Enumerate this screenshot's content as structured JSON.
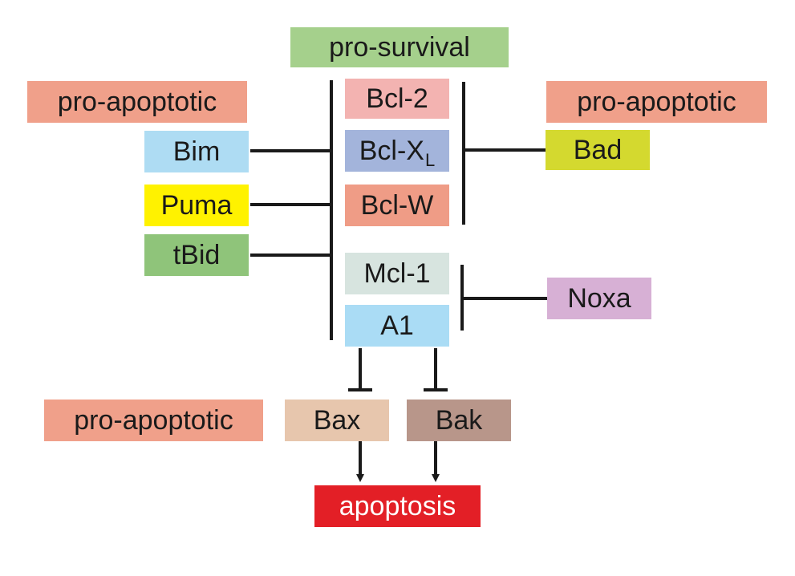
{
  "diagram": {
    "labels": {
      "pro_survival": "pro-survival",
      "pro_apoptotic_left": "pro-apoptotic",
      "pro_apoptotic_right": "pro-apoptotic",
      "pro_apoptotic_bottom": "pro-apoptotic",
      "apoptosis": "apoptosis"
    },
    "proteins": {
      "bim": "Bim",
      "puma": "Puma",
      "tbid": "tBid",
      "bcl2": "Bcl-2",
      "bclxl_main": "Bcl-X",
      "bclxl_subscript": "L",
      "bclw": "Bcl-W",
      "mcl1": "Mcl-1",
      "a1": "A1",
      "bad": "Bad",
      "noxa": "Noxa",
      "bax": "Bax",
      "bak": "Bak"
    },
    "colors": {
      "pro_survival": "#a5d08c",
      "pro_apoptotic": "#f0a08a",
      "bim": "#aedcf3",
      "puma": "#fff200",
      "tbid": "#8fc47a",
      "bcl2": "#f3b3b1",
      "bclxl": "#a3b4db",
      "bclw": "#ef9c86",
      "mcl1": "#d7e4df",
      "a1": "#aadcf5",
      "bad": "#d4d92f",
      "noxa": "#d7b0d5",
      "bax": "#e7c6ad",
      "bak": "#b8968a",
      "apoptosis": "#e31f26",
      "line": "#1a1a1a"
    }
  }
}
